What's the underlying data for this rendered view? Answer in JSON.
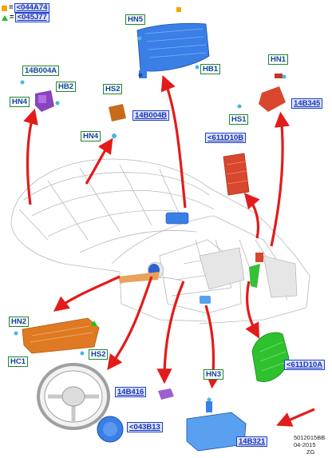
{
  "legend": [
    {
      "symbol": "orange-square",
      "sign": "=",
      "code": "<044A74"
    },
    {
      "symbol": "green-triangle",
      "sign": "=",
      "code": "<045J77"
    }
  ],
  "labels": {
    "hn5": "HN5",
    "hb1": "HB1",
    "hs2_top": "HS2",
    "b004a": "14B004A",
    "hb2": "HB2",
    "hn4_top": "HN4",
    "b004b": "14B004B",
    "hn4_mid": "HN4",
    "hn1": "HN1",
    "b345": "14B345",
    "hs1": "HS1",
    "d10b": "<611D10B",
    "hn2": "HN2",
    "hc1": "HC1",
    "hs2_left": "HS2",
    "b416": "14B416",
    "b13": "<043B13",
    "hn3": "HN3",
    "b321": "14B321",
    "d10a": "<611D10A"
  },
  "reference": {
    "line1": "5012015BB",
    "line2": "04-2015",
    "line3": "ZG"
  },
  "colors": {
    "arrow": "#e31b1b",
    "module_blue": "#3a7fe6",
    "module_orange": "#e06a22",
    "module_red": "#d8472e",
    "module_green": "#2ec22e",
    "label_border_blue": "#1f3fc8",
    "label_border_green": "#1a8a2a"
  }
}
